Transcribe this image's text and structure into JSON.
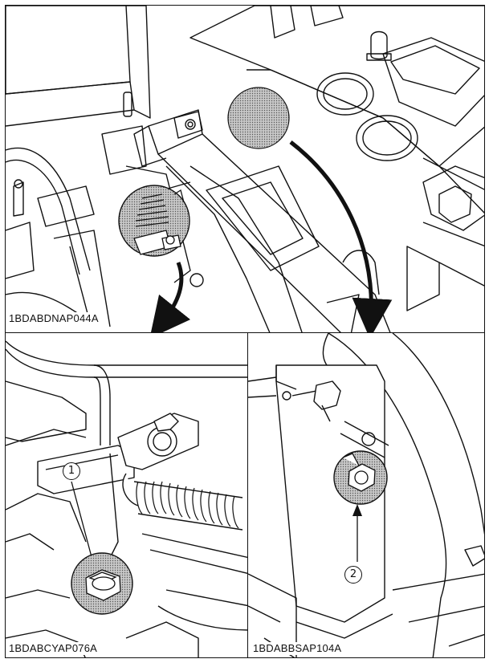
{
  "figure": {
    "labels": {
      "top": "1BDABDNAP044A",
      "bottom_left": "1BDABCYAP076A",
      "bottom_right": "1BDABBSAP104A"
    },
    "callouts": {
      "one": "1",
      "two": "2"
    },
    "colors": {
      "line": "#111111",
      "hatch": "#8a8a8a",
      "background": "#ffffff"
    }
  }
}
